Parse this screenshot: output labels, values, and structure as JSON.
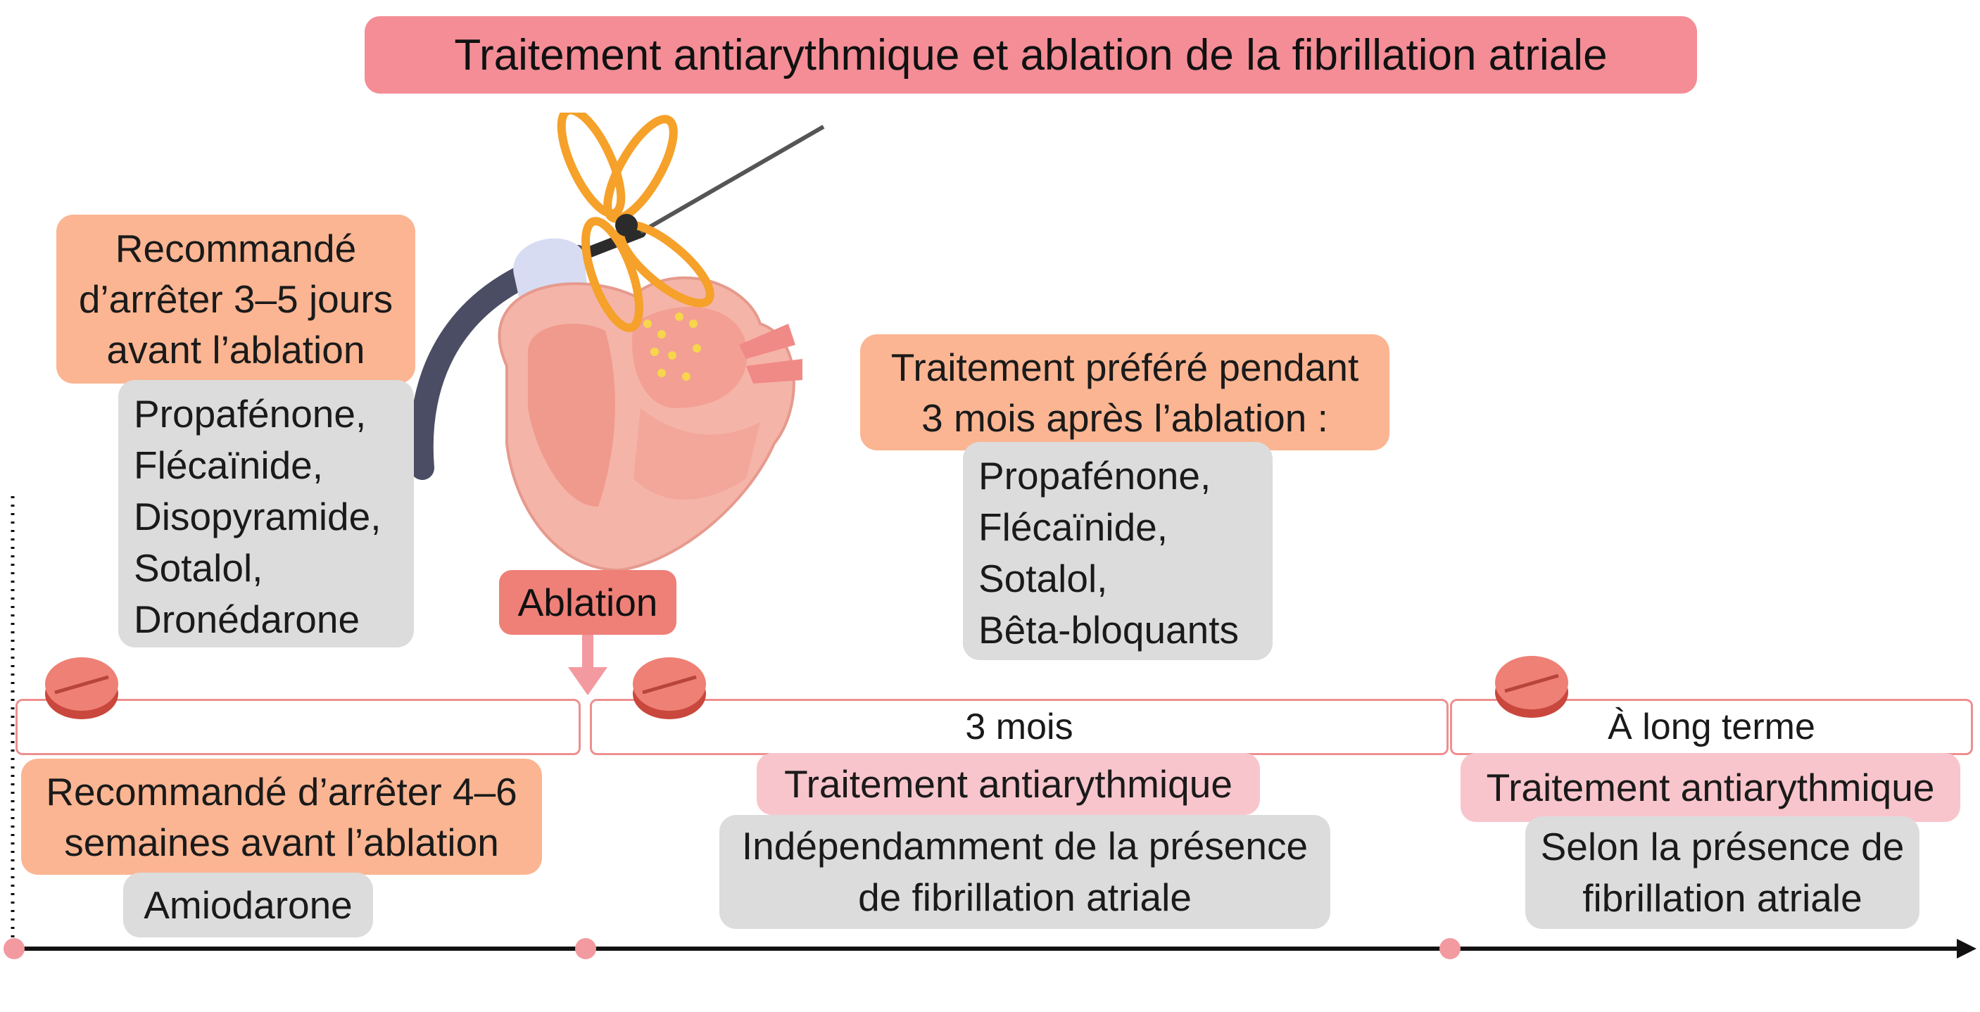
{
  "title": "Traitement antiarythmique et ablation de la fibrillation atriale",
  "colors": {
    "title_bg": "#f48d96",
    "orange_box": "#fbb592",
    "grey_box": "#dcdcdc",
    "pink_box": "#f8c5cc",
    "ablation_box": "#ee8078",
    "timeline_border": "#ee8f8f",
    "pill": "#e3655a"
  },
  "before_short": {
    "note_lines": [
      "Recommandé",
      "d’arrêter 3–5 jours",
      "avant l’ablation"
    ],
    "drugs": [
      "Propafénone,",
      "Flécaïnide,",
      "Disopyramide,",
      "Sotalol,",
      "Dronédarone"
    ]
  },
  "ablation": {
    "label": "Ablation",
    "illustration": "heart-with-catheter"
  },
  "after_preferred": {
    "note_lines": [
      "Traitement préféré pendant",
      "3 mois après l’ablation :"
    ],
    "drugs": [
      "Propafénone,",
      "Flécaïnide,",
      "Sotalol,",
      "Bêta-bloquants"
    ]
  },
  "timeline": {
    "segments": [
      {
        "label": ""
      },
      {
        "label": "3 mois"
      },
      {
        "label": "À long terme"
      }
    ]
  },
  "before_long": {
    "note_lines": [
      "Recommandé d’arrêter 4–6",
      "semaines avant l’ablation"
    ],
    "drug": "Amiodarone"
  },
  "three_months": {
    "treatment": "Traitement antiarythmique",
    "condition_lines": [
      "Indépendamment de la présence",
      "de fibrillation atriale"
    ]
  },
  "long_term": {
    "treatment": "Traitement antiarythmique",
    "condition_lines": [
      "Selon la présence de",
      "fibrillation atriale"
    ]
  }
}
